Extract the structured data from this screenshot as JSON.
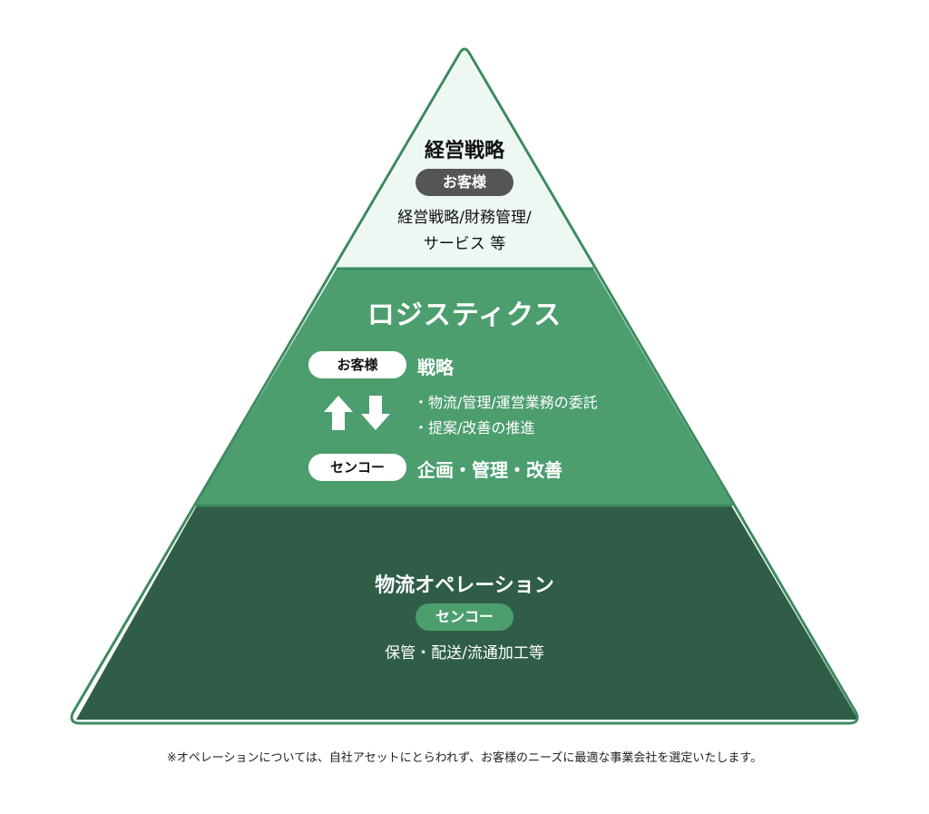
{
  "top_tier": {
    "title": "経営戦略",
    "role": "お客様",
    "desc_line1": "経営戦略/財務管理/",
    "desc_line2": "サービス 等"
  },
  "middle_tier": {
    "title": "ロジスティクス",
    "customer_label": "お客様",
    "customer_role": "戦略",
    "items": [
      "・物流/管理/運営業務の委託",
      "・提案/改善の推進"
    ],
    "provider_label": "センコー",
    "provider_role": "企画・管理・改善"
  },
  "bottom_tier": {
    "title": "物流オペレーション",
    "role": "センコー",
    "desc": "保管・配送/流通加工等"
  },
  "footnote": "※オペレーションについては、自社アセットにとらわれず、お客様のニーズに最適な事業会社を選定いたします。",
  "colors": {
    "top_fill": "#edf8f2",
    "middle_fill": "#4c9e6f",
    "bottom_fill": "#2f5d48",
    "outline": "#3d8b60",
    "top_badge": "#555555"
  },
  "icons": [
    "arrow-up-icon",
    "arrow-down-icon"
  ]
}
